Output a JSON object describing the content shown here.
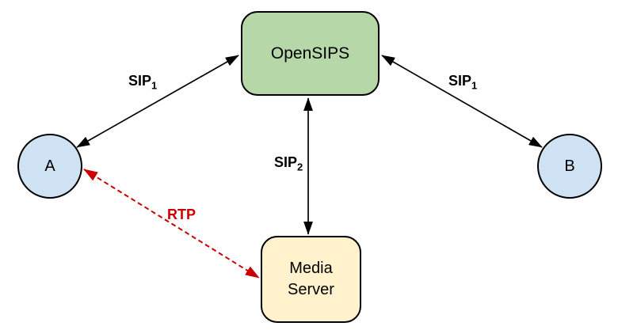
{
  "diagram": {
    "background_color": "#ffffff",
    "nodes": {
      "opensips": {
        "label": "OpenSIPS",
        "shape": "rounded-rect",
        "fill": "#b6d7a8",
        "border": "#000000"
      },
      "media_server": {
        "label": "Media Server",
        "shape": "rounded-rect",
        "fill": "#fff2cc",
        "border": "#000000"
      },
      "endpoint_a": {
        "label": "A",
        "shape": "circle",
        "fill": "#cfe2f3",
        "border": "#000000"
      },
      "endpoint_b": {
        "label": "B",
        "shape": "circle",
        "fill": "#cfe2f3",
        "border": "#000000"
      }
    },
    "edges": {
      "sip_a": {
        "label": "SIP",
        "label_sub": "1",
        "color": "#000000",
        "line_style": "solid",
        "arrows": "both",
        "from": "A",
        "to": "OpenSIPS"
      },
      "sip_b": {
        "label": "SIP",
        "label_sub": "1",
        "color": "#000000",
        "line_style": "solid",
        "arrows": "both",
        "from": "B",
        "to": "OpenSIPS"
      },
      "sip_media": {
        "label": "SIP",
        "label_sub": "2",
        "color": "#000000",
        "line_style": "solid",
        "arrows": "both",
        "from": "OpenSIPS",
        "to": "Media Server"
      },
      "rtp": {
        "label": "RTP",
        "label_sub": "",
        "color": "#cc0000",
        "line_style": "dashed",
        "arrows": "both",
        "from": "A",
        "to": "Media Server"
      }
    }
  }
}
